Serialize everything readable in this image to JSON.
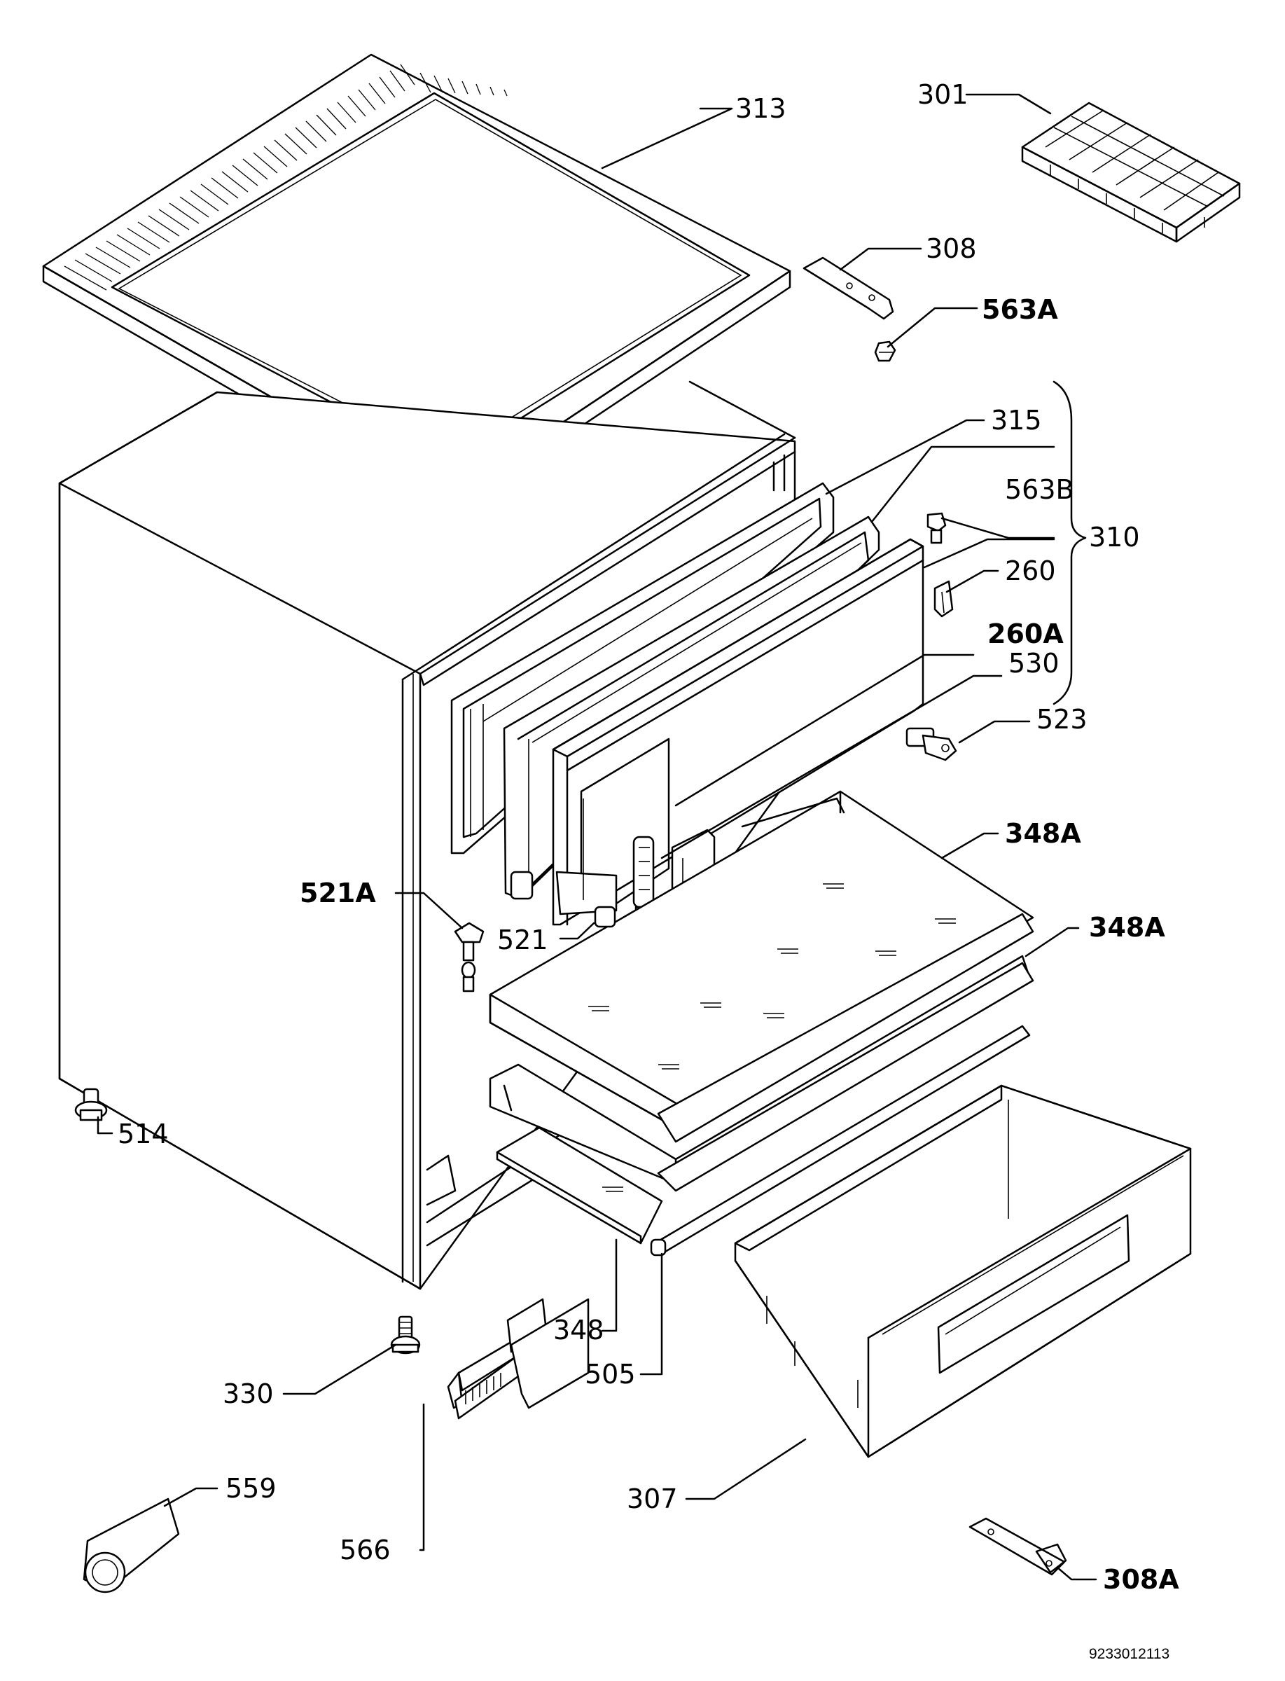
{
  "diagram": {
    "drawing_code": "9233012113",
    "labels": {
      "p301": "301",
      "p313": "313",
      "p308": "308",
      "p563A": "563A",
      "p315": "315",
      "p563B": "563B",
      "p310": "310",
      "p260": "260",
      "p260A": "260A",
      "p530": "530",
      "p523": "523",
      "p348A_1": "348A",
      "p348A_2": "348A",
      "p521A": "521A",
      "p521": "521",
      "p514": "514",
      "p348": "348",
      "p505": "505",
      "p330": "330",
      "p559": "559",
      "p566": "566",
      "p307": "307",
      "p308A": "308A"
    }
  }
}
